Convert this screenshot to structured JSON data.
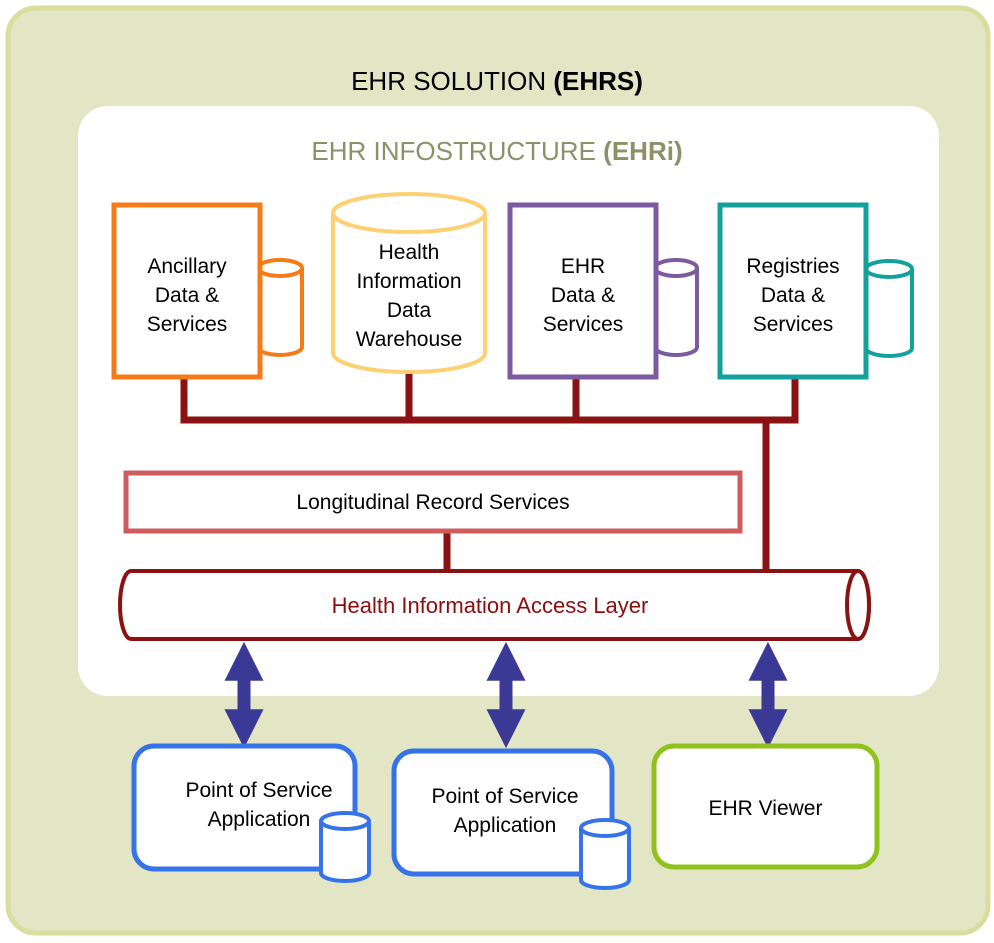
{
  "colors": {
    "outer_bg": "#e3e6c5",
    "outer_border": "#d9de9f",
    "inner_bg": "#ffffff",
    "connector": "#8b1212",
    "arrow": "#3a3a96",
    "ancillary": "#f47b17",
    "warehouse": "#fdd172",
    "ehr_data": "#7b5aa0",
    "registries": "#14a09c",
    "longitudinal": "#cd5c5c",
    "pos_app": "#3672e8",
    "viewer": "#8fc21f"
  },
  "solution": {
    "title": "EHR SOLUTION",
    "title_abbr": "(EHRS)"
  },
  "infostructure": {
    "title": "EHR INFOSTRUCTURE",
    "title_abbr": "(EHRi)"
  },
  "components": {
    "ancillary": [
      "Ancillary",
      "Data &",
      "Services"
    ],
    "warehouse": [
      "Health",
      "Information",
      "Data",
      "Warehouse"
    ],
    "ehr_data": [
      "EHR",
      "Data &",
      "Services"
    ],
    "registries": [
      "Registries",
      "Data &",
      "Services"
    ]
  },
  "longitudinal": "Longitudinal Record Services",
  "access_layer": "Health Information Access Layer",
  "clients": {
    "pos_1": [
      "Point of Service",
      "Application"
    ],
    "pos_2": [
      "Point of Service",
      "Application"
    ],
    "viewer": "EHR Viewer"
  }
}
